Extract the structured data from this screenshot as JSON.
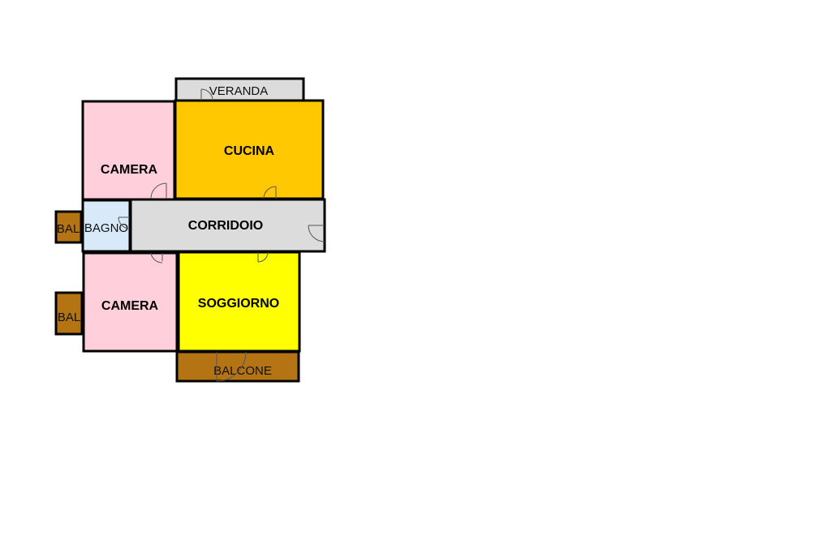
{
  "colors": {
    "camera": "#ffcfdc",
    "cucina": "#ffc800",
    "soggiorno": "#ffff00",
    "corridoio": "#dcdcdc",
    "bagno": "#d8eafa",
    "veranda": "#dcdcdc",
    "balcone": "#b47414",
    "wall": "#000000"
  },
  "rooms": {
    "veranda": "VERANDA",
    "camera_top": "CAMERA",
    "cucina": "CUCINA",
    "bagno": "BAGNO",
    "corridoio": "CORRIDOIO",
    "bal_top": "BAL",
    "camera_bottom": "CAMERA",
    "soggiorno": "SOGGIORNO",
    "bal_bottom": "BAL",
    "balcone": "BALCONE"
  }
}
